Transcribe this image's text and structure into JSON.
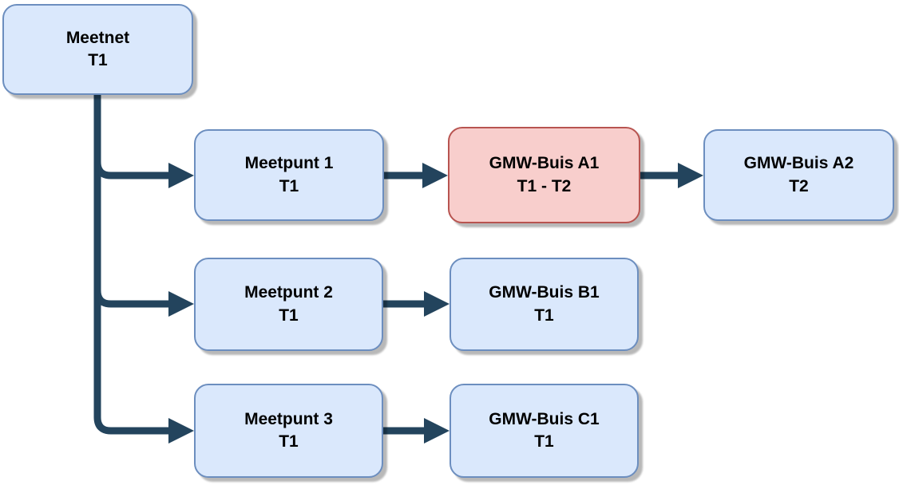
{
  "diagram": {
    "colors": {
      "node_blue_fill": "#dae8fc",
      "node_blue_border": "#6c8ebf",
      "node_red_fill": "#f8cecc",
      "node_red_border": "#b85450",
      "connector": "#23445d",
      "text": "#000000",
      "canvas_bg": "#ffffff"
    },
    "nodes": [
      {
        "id": "meetnet",
        "line1": "Meetnet",
        "line2": "T1",
        "style": "blue"
      },
      {
        "id": "meetpunt1",
        "line1": "Meetpunt 1",
        "line2": "T1",
        "style": "blue"
      },
      {
        "id": "gmw-a1",
        "line1": "GMW-Buis A1",
        "line2": "T1 - T2",
        "style": "red"
      },
      {
        "id": "gmw-a2",
        "line1": "GMW-Buis A2",
        "line2": "T2",
        "style": "blue"
      },
      {
        "id": "meetpunt2",
        "line1": "Meetpunt 2",
        "line2": "T1",
        "style": "blue"
      },
      {
        "id": "gmw-b1",
        "line1": "GMW-Buis B1",
        "line2": "T1",
        "style": "blue"
      },
      {
        "id": "meetpunt3",
        "line1": "Meetpunt 3",
        "line2": "T1",
        "style": "blue"
      },
      {
        "id": "gmw-c1",
        "line1": "GMW-Buis C1",
        "line2": "T1",
        "style": "blue"
      }
    ],
    "edges": [
      {
        "from": "meetnet",
        "to": "meetpunt1"
      },
      {
        "from": "meetnet",
        "to": "meetpunt2"
      },
      {
        "from": "meetnet",
        "to": "meetpunt3"
      },
      {
        "from": "meetpunt1",
        "to": "gmw-a1"
      },
      {
        "from": "gmw-a1",
        "to": "gmw-a2"
      },
      {
        "from": "meetpunt2",
        "to": "gmw-b1"
      },
      {
        "from": "meetpunt3",
        "to": "gmw-c1"
      }
    ]
  }
}
